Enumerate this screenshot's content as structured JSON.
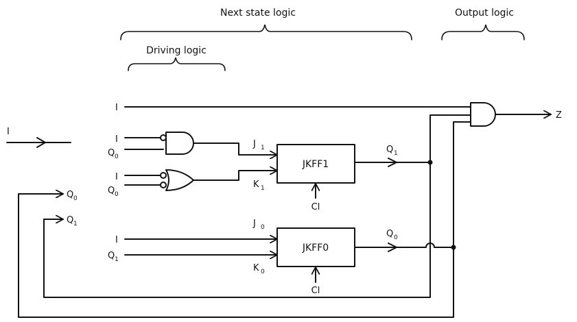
{
  "headings": {
    "next_state_logic": "Next state logic",
    "output_logic": "Output logic",
    "driving_logic": "Driving logic"
  },
  "signals": {
    "input_I": "I",
    "output_Z": "Z",
    "q0": "Q",
    "q0_sub": "0",
    "q1": "Q",
    "q1_sub": "1",
    "i": "I"
  },
  "flipflops": {
    "ff1": {
      "name": "JKFF1",
      "j": "J",
      "j_sub": "1",
      "k": "K",
      "k_sub": "1",
      "out": "Q",
      "out_sub": "1",
      "clock": "Cl"
    },
    "ff0": {
      "name": "JKFF0",
      "j": "J",
      "j_sub": "0",
      "k": "K",
      "k_sub": "0",
      "out": "Q",
      "out_sub": "0",
      "clock": "Cl"
    }
  }
}
